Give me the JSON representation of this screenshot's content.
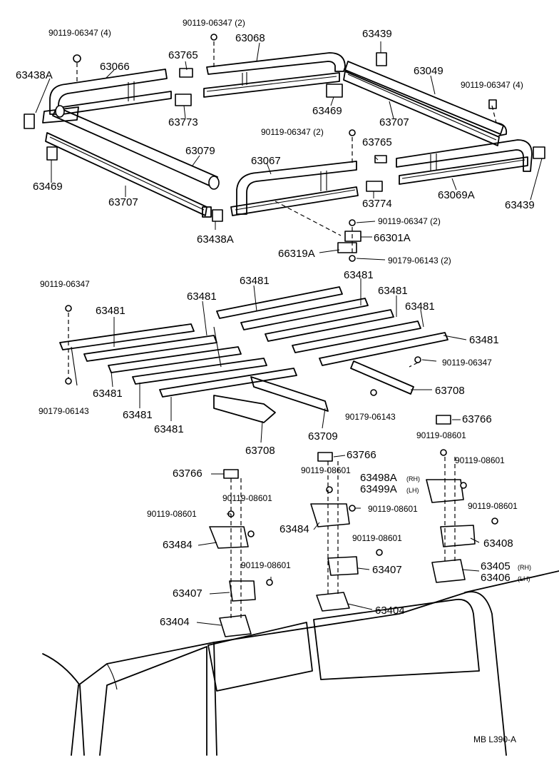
{
  "diagram": {
    "labels": {
      "l01": "90119-06347 (4)",
      "l02": "90119-06347 (2)",
      "l03": "63068",
      "l04": "63439",
      "l05": "63438A",
      "l06": "63066",
      "l07": "63765",
      "l08": "63049",
      "l09": "90119-06347 (4)",
      "l10": "63469",
      "l11": "63773",
      "l12": "63707",
      "l13": "90119-06347 (2)",
      "l14": "63765",
      "l15": "63079",
      "l16": "63067",
      "l17": "63469",
      "l18": "63774",
      "l19": "63069A",
      "l20": "63439",
      "l21": "63707",
      "l22": "90119-06347 (2)",
      "l23": "63438A",
      "l24": "66301A",
      "l25": "66319A",
      "l26": "90179-06143 (2)",
      "l27": "63481",
      "l28": "90119-06347",
      "l29": "63481",
      "l30": "63481",
      "l31": "63481",
      "l32": "63481",
      "l33": "63481",
      "l34": "63481",
      "l35": "90119-06347",
      "l36": "63481",
      "l37": "63708",
      "l38": "90179-06143",
      "l39": "63481",
      "l40": "63481",
      "l41": "90179-06143",
      "l42": "63766",
      "l43": "63709",
      "l44": "90119-08601",
      "l45": "63708",
      "l46": "63766",
      "l47": "90119-08601",
      "l48": "90119-08601",
      "l49": "63766",
      "l50": "63498A",
      "l50s": "(RH)",
      "l51": "63499A",
      "l51s": "(LH)",
      "l52": "90119-08601",
      "l53": "90119-08601",
      "l54": "90119-08601",
      "l55": "90119-08601",
      "l56": "63484",
      "l57": "63484",
      "l58": "63408",
      "l59": "90119-08601",
      "l60": "90119-08601",
      "l61": "63407",
      "l62": "63405",
      "l62s": "(RH)",
      "l63": "63406",
      "l63s": "(LH)",
      "l64": "63407",
      "l65": "63404",
      "l66": "63404",
      "l67": "MB  L390-A"
    }
  }
}
